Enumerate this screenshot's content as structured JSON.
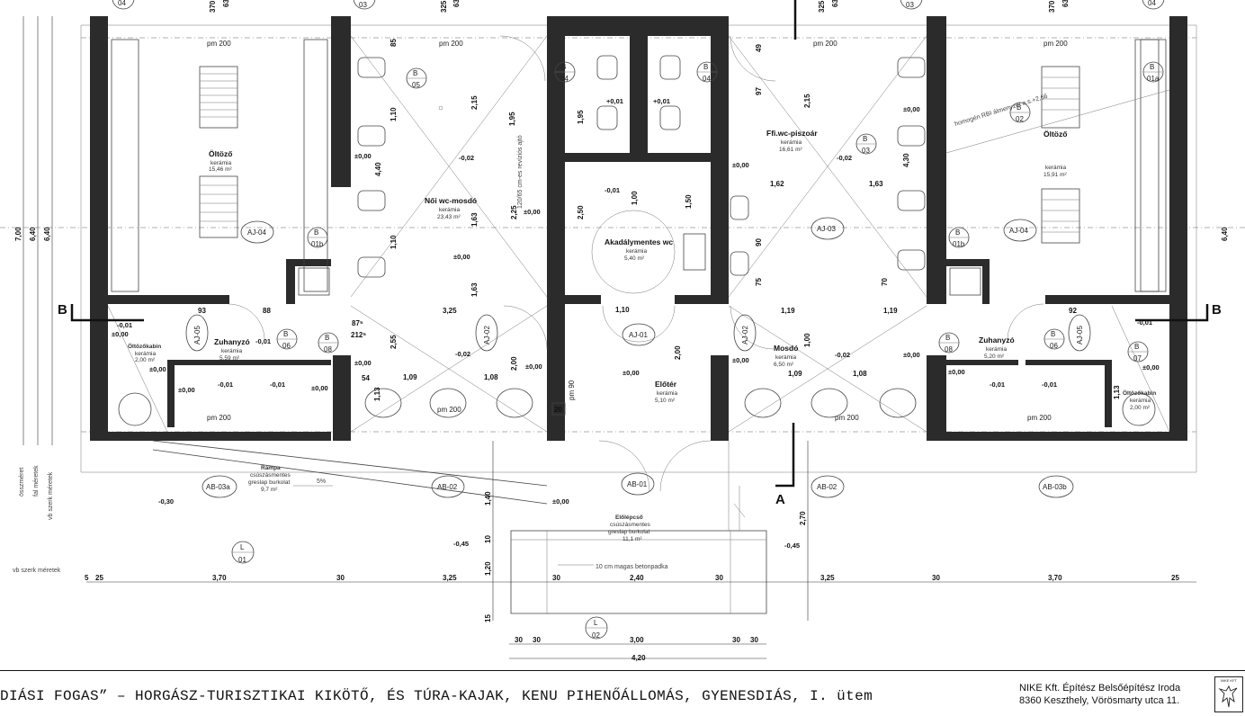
{
  "drawing": {
    "title": "DIÁSI FOGAS” – HORGÁSZ-TURISZTIKAI KIKÖTŐ, ÉS TÚRA-KAJAK, KENU PIHENŐÁLLOMÁS, GYENESDIÁS, I. ütem",
    "firm_line1": "NIKE Kft. Építész Belsőépítész Iroda",
    "firm_line2": "8360  Keszthely, Vörösmarty utca 11.",
    "logo_label": "NIKE KFT"
  },
  "rooms": [
    {
      "name": "Öltöző",
      "material": "kerámia",
      "area": "15,46 m²"
    },
    {
      "name": "Női wc-mosdó",
      "material": "kerámia",
      "area": "23,43 m²"
    },
    {
      "name": "Akadálymentes wc",
      "material": "kerámia",
      "area": "5,40 m²"
    },
    {
      "name": "Ffi.wc-piszoár",
      "material": "kerámia",
      "area": "16,61 m²"
    },
    {
      "name": "Öltöző",
      "material": "kerámia",
      "area": "15,91 m²"
    },
    {
      "name": "Öltözőkabin",
      "material": "kerámia",
      "area": "2,00 m²"
    },
    {
      "name": "Zuhanyzó",
      "material": "kerámia",
      "area": "5,59 m²"
    },
    {
      "name": "Előtér",
      "material": "kerámia",
      "area": "5,10 m²"
    },
    {
      "name": "Mosdó",
      "material": "kerámia",
      "area": "6,50 m²"
    },
    {
      "name": "Zuhanyzó",
      "material": "kerámia",
      "area": "5,20 m²"
    },
    {
      "name": "Öltözőkabin",
      "material": "kerámia",
      "area": "2,00 m²"
    },
    {
      "name": "Rámpa",
      "material": "csúszásmentes",
      "material2": "greslap burkolat",
      "area": "9,7 m²"
    },
    {
      "name": "Előlépcső",
      "material": "csúszásmentes",
      "material2": "greslap burkolat",
      "area": "11,1 m²"
    }
  ],
  "door_tags": [
    "AJ-04",
    "AJ-02",
    "AJ-01",
    "AJ-02",
    "AJ-03",
    "AJ-04",
    "AJ-05",
    "AJ-05"
  ],
  "window_tags": [
    "AB-03a",
    "AB-02",
    "AB-01",
    "AB-02",
    "AB-03b"
  ],
  "bubble_tags": [
    {
      "top": "B",
      "bottom": "05"
    },
    {
      "top": "B",
      "bottom": "04"
    },
    {
      "top": "B",
      "bottom": "04"
    },
    {
      "top": "B",
      "bottom": "03"
    },
    {
      "top": "B",
      "bottom": "02"
    },
    {
      "top": "B",
      "bottom": "01a"
    },
    {
      "top": "B",
      "bottom": "01b"
    },
    {
      "top": "B",
      "bottom": "01b"
    },
    {
      "top": "B",
      "bottom": "06"
    },
    {
      "top": "B",
      "bottom": "08"
    },
    {
      "top": "B",
      "bottom": "08"
    },
    {
      "top": "B",
      "bottom": "06"
    },
    {
      "top": "B",
      "bottom": "07"
    },
    {
      "top": "L",
      "bottom": "01"
    },
    {
      "top": "L",
      "bottom": "02"
    }
  ],
  "axis_top_labels": [
    "04",
    "03",
    "03",
    "04"
  ],
  "section_labels": [
    "B",
    "B",
    "A"
  ],
  "levels": [
    "±0,00",
    "-0,02",
    "-0,01",
    "+0,01",
    "-0,30",
    "-0,45"
  ],
  "notes": {
    "pm": "pm 200",
    "pm90": "pm 90",
    "hatch": "homogén RBI álmenyzet a.s.+2,66",
    "revision": "120/65 cm-es revíziós ajtó",
    "bench": "10 cm magas betonpadka",
    "ramp_pct": "5%",
    "twenty": "20"
  },
  "left_labels": [
    "összméret",
    "fal méretek",
    "vb szerk méretek",
    "vb szerk méretek"
  ],
  "left_dims": [
    "7,00",
    "6,40",
    "6,40",
    "6,40"
  ],
  "interior_dims": [
    "1,95",
    "1,95",
    "2,15",
    "2,15",
    "4,40",
    "4,30",
    "1,10",
    "1,10",
    "1,63",
    "1,63",
    "1,62",
    "1,63",
    "2,55",
    "2,25",
    "2,50",
    "1,50",
    "2,00",
    "2,00",
    "1,00",
    "1,00",
    "1,09",
    "1,08",
    "1,09",
    "1,08",
    "1,10",
    "1,19",
    "1,19",
    "3,25",
    "1,13",
    "1,13",
    "97",
    "85",
    "90",
    "75",
    "70",
    "49",
    "54",
    "87⁵",
    "212⁵",
    "88",
    "93",
    "92"
  ],
  "bottom_dims": [
    "5",
    "25",
    "3,70",
    "30",
    "3,25",
    "30",
    "2,40",
    "30",
    "3,25",
    "30",
    "3,70",
    "25"
  ],
  "bottom_dims2": [
    "30",
    "30",
    "3,00",
    "30",
    "30",
    "4,20"
  ],
  "vertical_dims": [
    "1,40",
    "1,20",
    "2,70",
    "15",
    "10"
  ],
  "top_dims": [
    "370",
    "63",
    "325",
    "63",
    "325",
    "63",
    "370",
    "63"
  ]
}
